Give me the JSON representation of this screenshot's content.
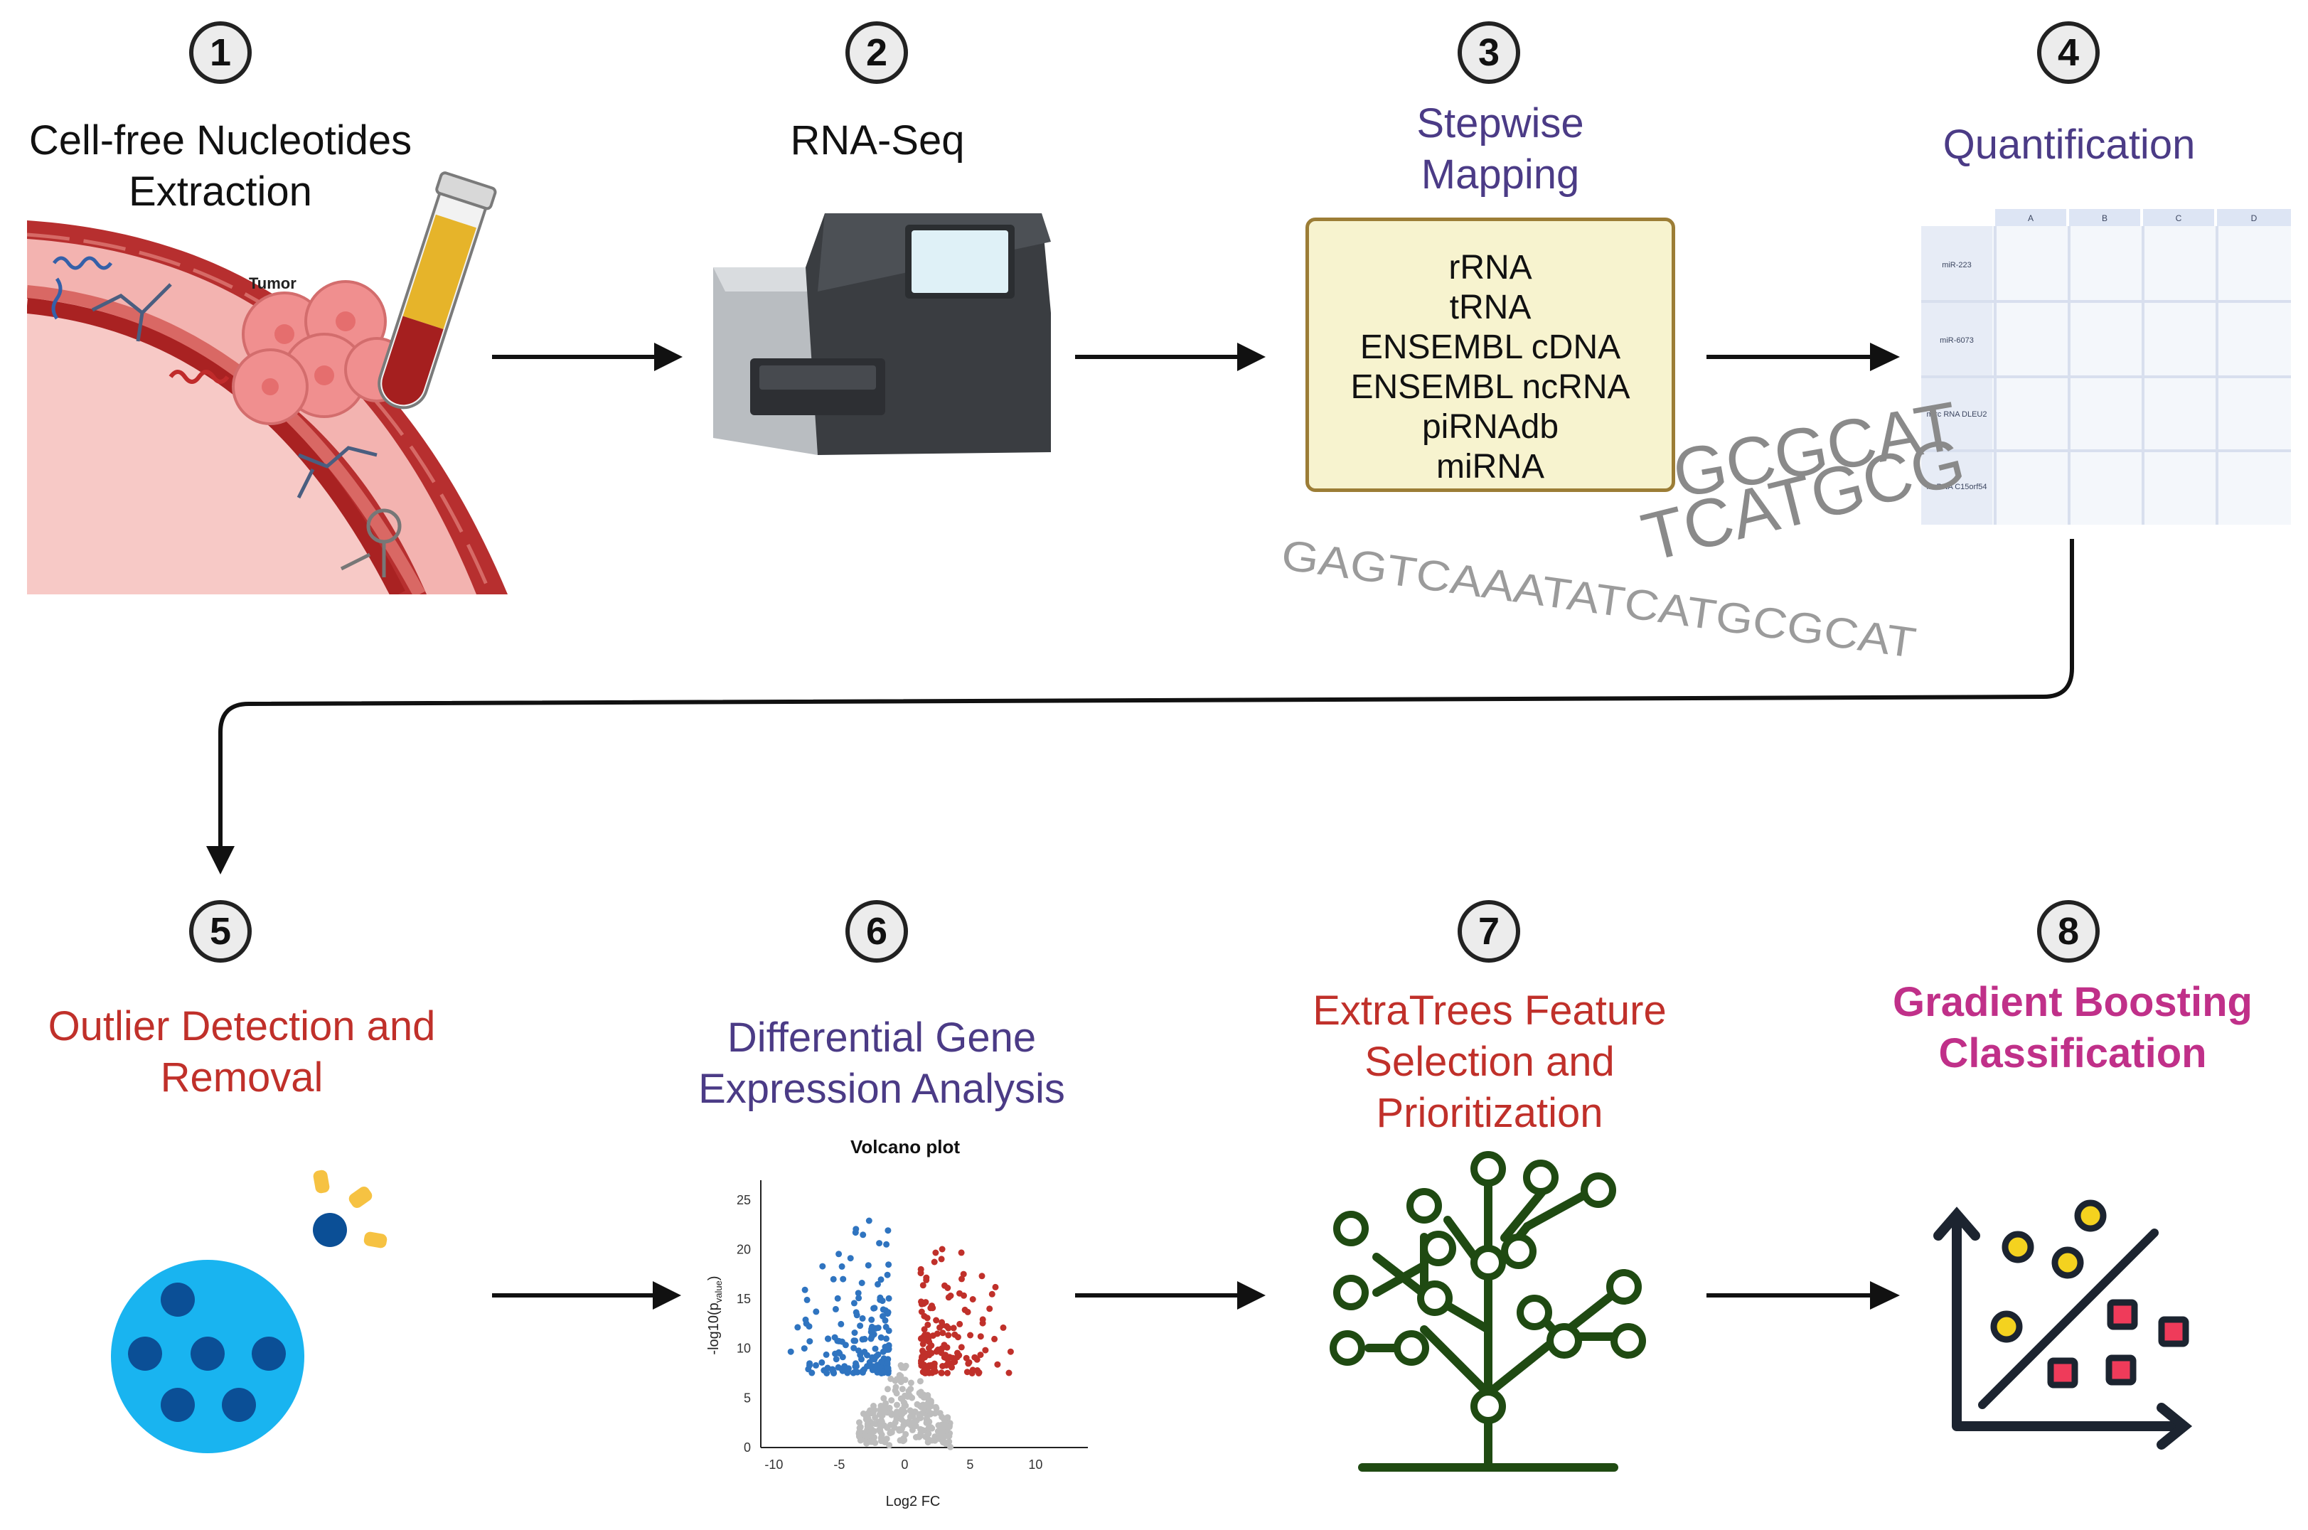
{
  "steps": [
    {
      "number": "1",
      "title_lines": [
        "Cell-free Nucleotides",
        "Extraction"
      ],
      "image_label": "Tumor"
    },
    {
      "number": "2",
      "title_lines": [
        "RNA-Seq"
      ]
    },
    {
      "number": "3",
      "title_lines": [
        "Stepwise",
        "Mapping"
      ],
      "databases": [
        "rRNA",
        "tRNA",
        "ENSEMBL cDNA",
        "ENSEMBL ncRNA",
        "piRNAdb",
        "miRNA"
      ]
    },
    {
      "number": "4",
      "title_lines": [
        "Quantification"
      ]
    },
    {
      "number": "5",
      "title_lines": [
        "Outlier Detection and",
        "Removal"
      ]
    },
    {
      "number": "6",
      "title_lines": [
        "Differential Gene",
        "Expression Analysis"
      ]
    },
    {
      "number": "7",
      "title_lines": [
        "ExtraTrees Feature",
        "Selection and",
        "Prioritization"
      ]
    },
    {
      "number": "8",
      "title_lines": [
        "Gradient Boosting",
        "Classification"
      ]
    }
  ],
  "sequence_lines": [
    "GCGCAT",
    "TCATGCG",
    "GAGTCAAATATCATGCGCAT"
  ],
  "quant_table": {
    "columns": [
      "A",
      "B",
      "C",
      "D"
    ],
    "rows": [
      "miR-223",
      "miR-6073",
      "mirc RNA DLEU2",
      "lncRNA C15orf54"
    ]
  },
  "volcano": {
    "title": "Volcano plot",
    "xlabel": "Log2 FC",
    "ylabel": "-log10(p",
    "ylabel_sub": "value",
    "ylabel_close": ")",
    "xticks": [
      "-10",
      "-5",
      "0",
      "5",
      "10"
    ],
    "yticks": [
      "0",
      "5",
      "10",
      "15",
      "20",
      "25"
    ]
  },
  "colors": {
    "title_purple": "#4b3b86",
    "title_red": "#c0302a",
    "title_magenta": "#c03089",
    "upregulated": "#c0302a",
    "downregulated": "#2f74c0",
    "not_significant": "#bdbdbd",
    "tree_green": "#1f4a12",
    "cell_blue": "#19b4f0",
    "db_box_fill": "#f7f3cf"
  },
  "icons": [
    "blood-vessel-icon",
    "blood-tube-icon",
    "sequencer-icon",
    "cell-icon",
    "tree-network-icon",
    "scatter-classification-icon"
  ]
}
